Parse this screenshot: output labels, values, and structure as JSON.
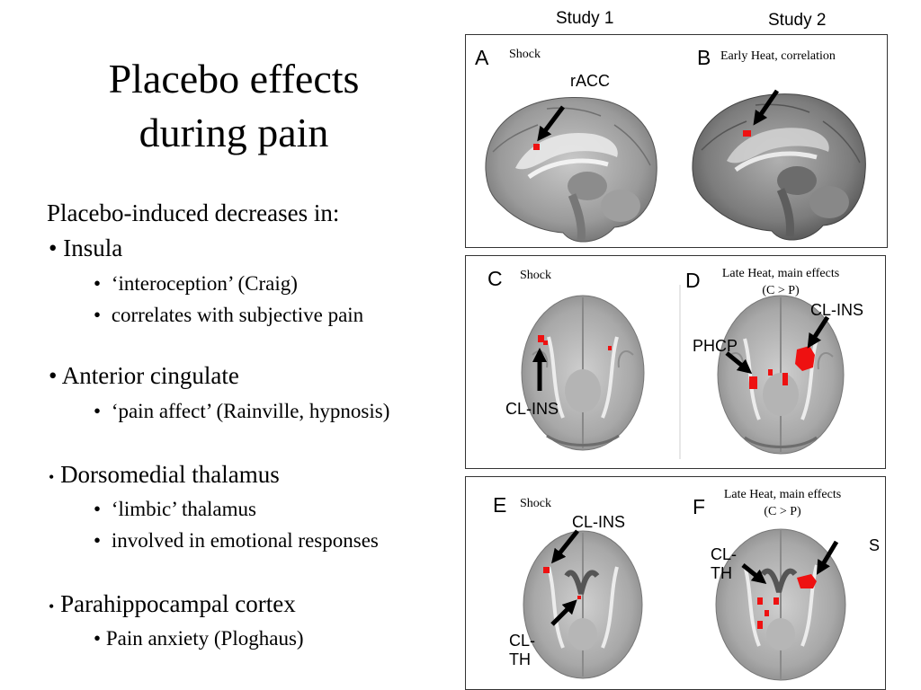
{
  "slide": {
    "title_line1": "Placebo effects",
    "title_line2": "during pain",
    "intro": "Placebo-induced decreases in:",
    "sections": [
      {
        "bullet": "•",
        "heading": "Insula",
        "items": [
          "‘interoception’ (Craig)",
          "correlates with subjective pain"
        ]
      },
      {
        "bullet": "•",
        "heading": "Anterior cingulate",
        "items": [
          "‘pain affect’ (Rainville, hypnosis)"
        ]
      },
      {
        "bullet": "•",
        "heading": "Dorsomedial thalamus",
        "items": [
          "‘limbic’ thalamus",
          "involved in emotional responses"
        ]
      },
      {
        "bullet": "•",
        "heading": "Parahippocampal cortex",
        "items": [
          "Pain anxiety (Ploghaus)"
        ]
      }
    ]
  },
  "figure": {
    "study1": "Study 1",
    "study2": "Study 2",
    "panels": {
      "A": {
        "letter": "A",
        "caption": "Shock",
        "annotations": [
          "rACC"
        ]
      },
      "B": {
        "letter": "B",
        "caption": "Early Heat, correlation"
      },
      "C": {
        "letter": "C",
        "caption": "Shock",
        "annotations": [
          "CL-INS"
        ]
      },
      "D": {
        "letter": "D",
        "caption_line1": "Late Heat, main effects",
        "caption_line2": "(C > P)",
        "annotations": [
          "CL-INS",
          "PHCP"
        ]
      },
      "E": {
        "letter": "E",
        "caption": "Shock",
        "annotations": [
          "CL-INS",
          "CL-",
          "TH"
        ]
      },
      "F": {
        "letter": "F",
        "caption_line1": "Late Heat, main effects",
        "caption_line2": "(C > P)",
        "annotations": [
          "CL-",
          "TH",
          "S"
        ]
      }
    },
    "colors": {
      "activation": "#ee1111",
      "arrow": "#000000"
    }
  }
}
